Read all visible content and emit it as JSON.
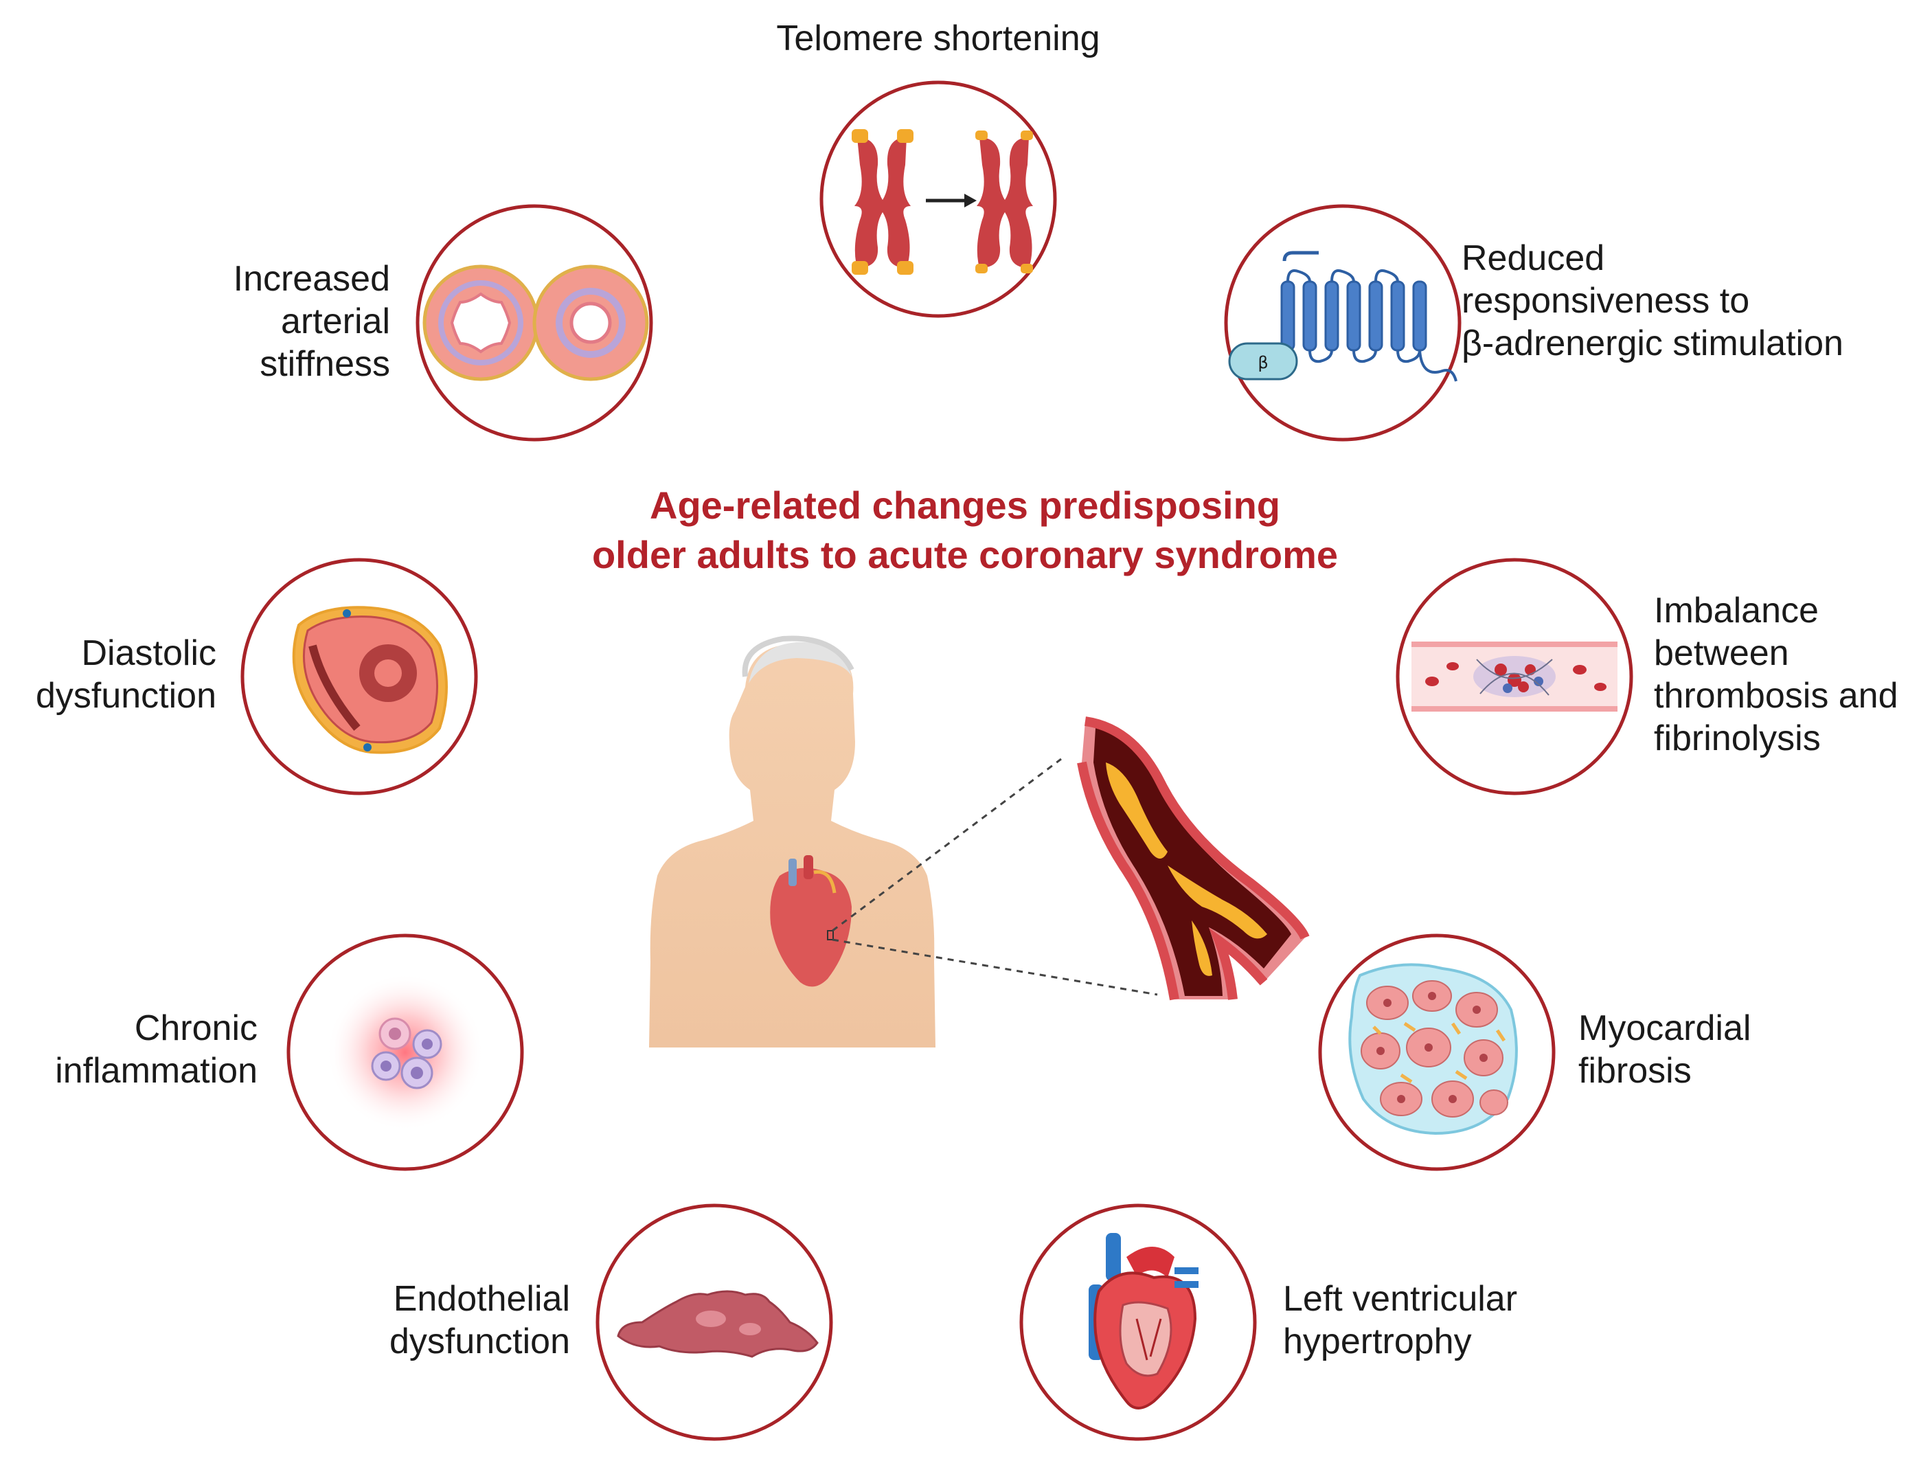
{
  "title": {
    "line1": "Age-related changes predisposing",
    "line2": "older adults to acute coronary syndrome"
  },
  "colors": {
    "accent": "#b3222a",
    "circle_ring": "#a82328",
    "text": "#1a1a1a"
  },
  "items": {
    "telomere": {
      "line1": "Telomere shortening"
    },
    "beta": {
      "line1": "Reduced",
      "line2": "responsiveness to",
      "line3": "β-adrenergic stimulation",
      "receptor_symbol": "β"
    },
    "arterial": {
      "line1": "Increased",
      "line2": "arterial",
      "line3": "stiffness"
    },
    "diastolic": {
      "line1": "Diastolic",
      "line2": "dysfunction"
    },
    "thrombosis": {
      "line1": "Imbalance",
      "line2": "between",
      "line3": "thrombosis and",
      "line4": "fibrinolysis"
    },
    "inflammation": {
      "line1": "Chronic",
      "line2": "inflammation"
    },
    "myocardial": {
      "line1": "Myocardial",
      "line2": "fibrosis"
    },
    "endothelial": {
      "line1": "Endothelial",
      "line2": "dysfunction"
    },
    "lvh": {
      "line1": "Left ventricular",
      "line2": "hypertrophy"
    }
  },
  "icons": [
    "chromosome-icon",
    "beta-receptor-icon",
    "artery-cross-section-icon",
    "heart-cross-section-icon",
    "blood-vessel-clot-icon",
    "inflammation-cells-icon",
    "fibrosis-tissue-icon",
    "endothelium-icon",
    "heart-icon",
    "human-torso-icon",
    "coronary-artery-plaque-icon"
  ]
}
